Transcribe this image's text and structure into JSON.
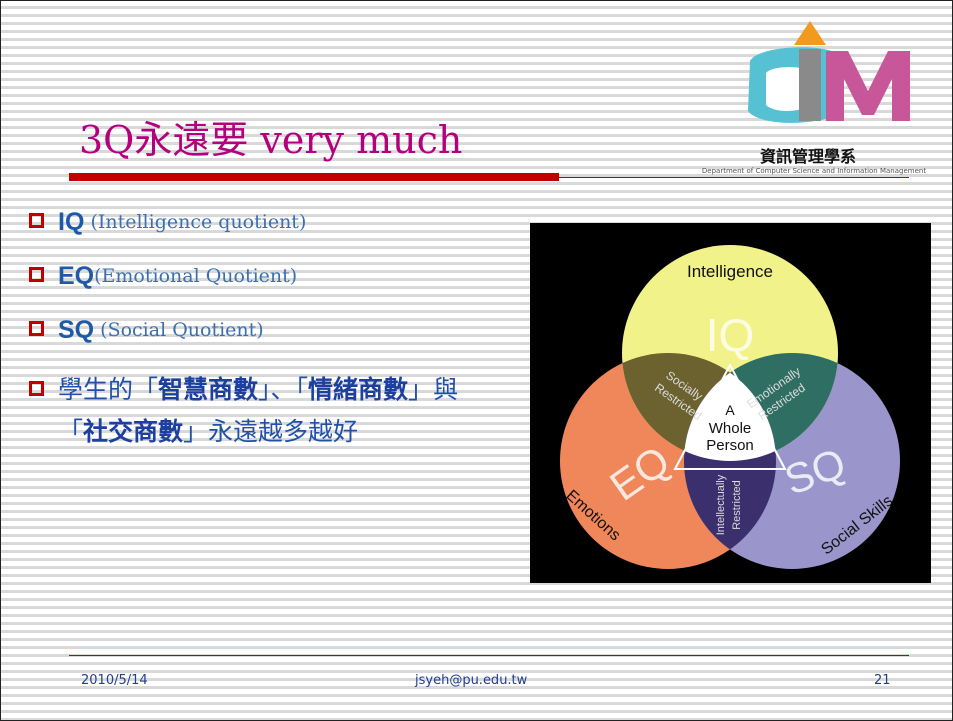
{
  "slide": {
    "title": "3Q永遠要 very much",
    "logo": {
      "chinese": "資訊管理學系",
      "english": "Department of Computer Science and Information Management",
      "letters": "IM"
    },
    "bullets": [
      {
        "code": "IQ",
        "desc": " (Intelligence quotient)"
      },
      {
        "code": "EQ",
        "desc": "(Emotional Quotient)"
      },
      {
        "code": "SQ",
        "desc": " (Social Quotient)"
      }
    ],
    "last_bullet": {
      "part1": "學生的「",
      "bold1": "智慧商數",
      "part2": "」、「",
      "bold2": "情緒商數",
      "part3": "」與「",
      "bold3": "社交商數",
      "part4": "」永遠越多越好"
    }
  },
  "venn": {
    "intelligence": "Intelligence",
    "iq": "IQ",
    "eq": "EQ",
    "sq": "SQ",
    "socially": "Socially",
    "socially_restricted": "Restricted",
    "emotionally": "Emotionally",
    "emotionally_restricted": "Restricted",
    "intellectually": "Intellectually",
    "intellectually_restricted": "Restricted",
    "whole_a": "A",
    "whole_whole": "Whole",
    "whole_person": "Person",
    "emotions": "Emotions",
    "social_skills": "Social Skills",
    "colors": {
      "iq": "#f2f28a",
      "eq": "#f0875a",
      "sq": "#9a96cc",
      "iq_eq": "#6b6230",
      "iq_sq": "#2f6f63",
      "eq_sq": "#3b2f6e",
      "center": "#ffffff"
    }
  },
  "footer": {
    "date": "2010/5/14",
    "email": "jsyeh@pu.edu.tw",
    "page": "21"
  }
}
